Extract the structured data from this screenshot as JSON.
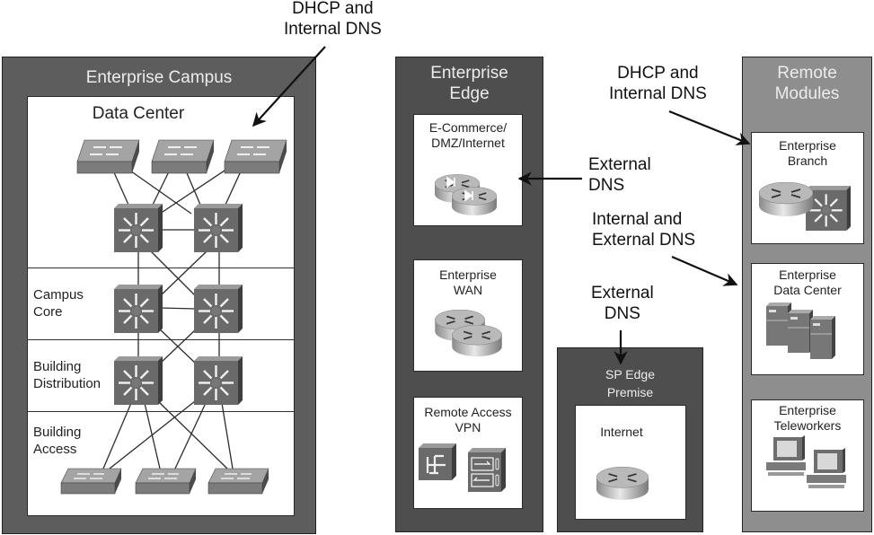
{
  "callouts": {
    "top_dhcp": [
      "DHCP and",
      "Internal DNS"
    ],
    "edge_external": [
      "External",
      "DNS"
    ],
    "remote_dhcp": [
      "DHCP and",
      "Internal DNS"
    ],
    "remote_int_ext": [
      "Internal and",
      "External DNS"
    ],
    "sp_external": [
      "External",
      "DNS"
    ]
  },
  "campus": {
    "title": "Enterprise Campus",
    "data_center": "Data Center",
    "layers": [
      {
        "label": [
          "Campus",
          "Core"
        ]
      },
      {
        "label": [
          "Building",
          "Distribution"
        ]
      },
      {
        "label": [
          "Building",
          "Access"
        ]
      }
    ]
  },
  "edge": {
    "title": [
      "Enterprise",
      "Edge"
    ],
    "blocks": [
      {
        "label": [
          "E-Commerce/",
          "DMZ/Internet"
        ],
        "icon": "content-switch-icon"
      },
      {
        "label": [
          "Enterprise",
          "WAN"
        ],
        "icon": "router-icon"
      },
      {
        "label": [
          "Remote Access",
          "VPN"
        ],
        "icon": "vpn-concentrator-icon"
      }
    ]
  },
  "sp": {
    "title": [
      "SP Edge",
      "Premise"
    ],
    "block": {
      "label": "Internet",
      "icon": "router-icon"
    }
  },
  "remote": {
    "title": [
      "Remote",
      "Modules"
    ],
    "blocks": [
      {
        "label": [
          "Enterprise",
          "Branch"
        ]
      },
      {
        "label": [
          "Enterprise",
          "Data Center"
        ]
      },
      {
        "label": [
          "Enterprise",
          "Teleworkers"
        ]
      }
    ]
  }
}
